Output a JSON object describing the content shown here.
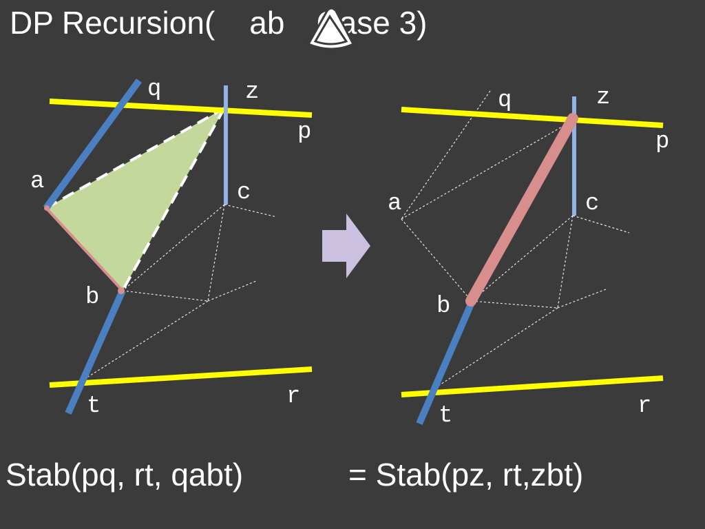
{
  "title": {
    "prefix": "DP Recursion(",
    "middle": "ab",
    "suffix": "Case 3)"
  },
  "left_diagram": {
    "labels": {
      "q": "q",
      "z": "z",
      "p": "p",
      "a": "a",
      "c": "c",
      "b": "b",
      "t": "t",
      "r": "r"
    }
  },
  "right_diagram": {
    "labels": {
      "q": "q",
      "z": "z",
      "p": "p",
      "a": "a",
      "c": "c",
      "b": "b",
      "t": "t",
      "r": "r"
    }
  },
  "formulas": {
    "left": "Stab(pq, rt, qabt)",
    "right": "= Stab(pz, rt,zbt)"
  },
  "colors": {
    "background": "#3b3b3b",
    "yellow_line": "#ffff00",
    "blue_segment": "#4a7fc1",
    "light_blue_segment": "#8fb3e6",
    "green_triangle": "#c5d89b",
    "pink_segment": "#d98e8e",
    "arrow": "#ccc0e0",
    "dotted_line": "#e8e8e8"
  },
  "icons": {
    "arrow": "right-arrow-icon",
    "triangle": "triangle-icon"
  }
}
